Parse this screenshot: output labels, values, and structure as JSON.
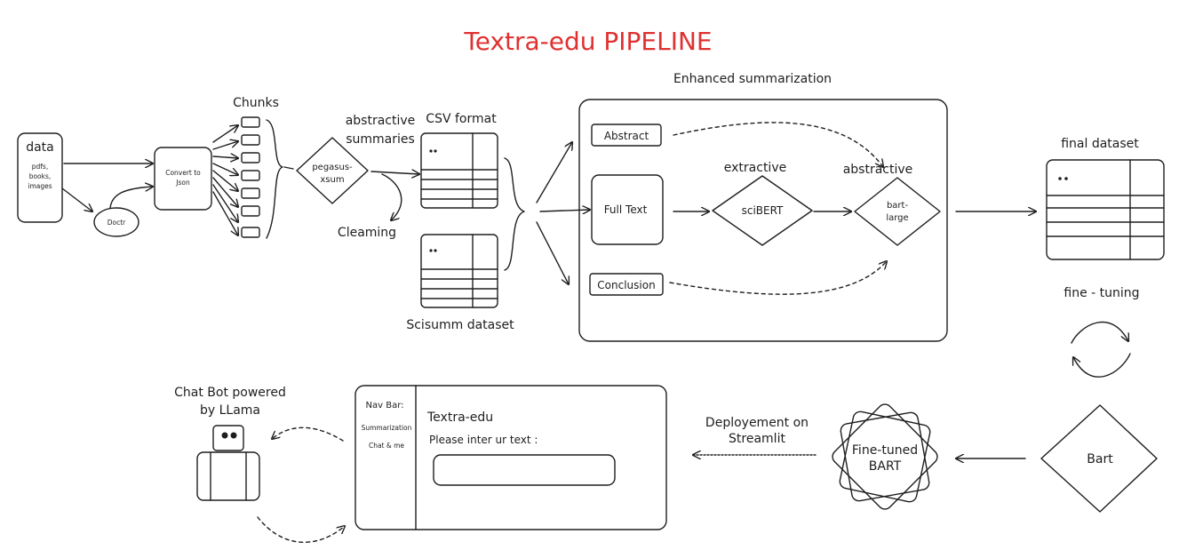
{
  "title": "Textra-edu PIPELINE",
  "data_box": {
    "label": "data",
    "sub1": "pdfs,",
    "sub2": "books,",
    "sub3": "images"
  },
  "doctr": "Doctr",
  "convert_1": "Convert to",
  "convert_2": "Json",
  "chunks": "Chunks",
  "pegasus_1": "pegasus-",
  "pegasus_2": "xsum",
  "abstractive_summaries_1": "abstractive",
  "abstractive_summaries_2": "summaries",
  "csv_format": "CSV format",
  "cleaning": "Cleaming",
  "scisumm": "Scisumm dataset",
  "enhanced": "Enhanced summarization",
  "abstract_box": "Abstract",
  "fulltext_box": "Full Text",
  "conclusion_box": "Conclusion",
  "extractive": "extractive",
  "scibert": "sciBERT",
  "abstractive": "abstractive",
  "bart_large_1": "bart-",
  "bart_large_2": "large",
  "final_dataset": "final dataset",
  "fine_tuning": "fine - tuning",
  "bart": "Bart",
  "finetuned_1": "Fine-tuned",
  "finetuned_2": "BART",
  "deploy_1": "Deployement on",
  "deploy_2": "Streamlit",
  "app": {
    "nav_title": "Nav Bar:",
    "nav_item_1": "Summarization",
    "nav_item_2": "Chat & me",
    "app_title": "Textra-edu",
    "prompt": "Please inter ur text :"
  },
  "chatbot_1": "Chat Bot powered",
  "chatbot_2": "by LLama",
  "colors": {
    "title": "#e03131",
    "ink": "#1e1e1e",
    "background": "#ffffff"
  }
}
